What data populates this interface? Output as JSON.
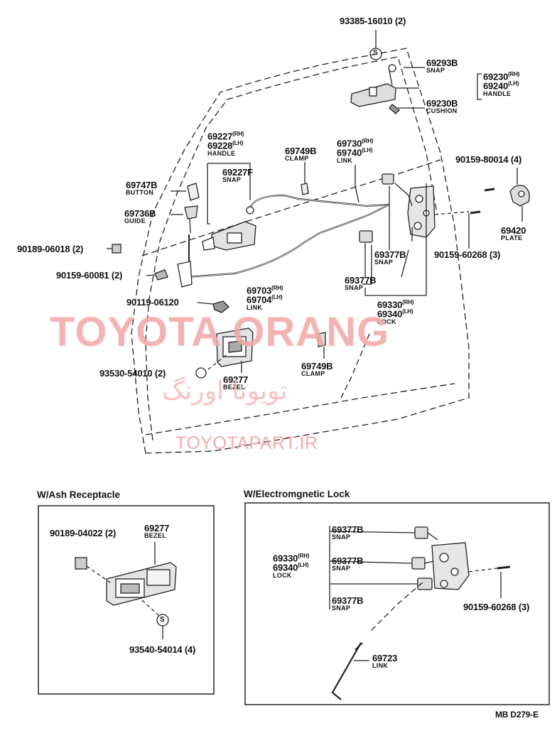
{
  "parts": {
    "p93385": {
      "num": "93385-16010",
      "qty": "(2)"
    },
    "p69293b": {
      "num": "69293B",
      "name": "SNAP"
    },
    "p69230": {
      "num": "69230",
      "side": "(RH)"
    },
    "p69240": {
      "num": "69240",
      "side": "(LH)",
      "name": "HANDLE"
    },
    "p69230b": {
      "num": "69230B",
      "name": "CUSHION"
    },
    "p69227": {
      "num": "69227",
      "side": "(RH)"
    },
    "p69228": {
      "num": "69228",
      "side": "(LH)",
      "name": "HANDLE"
    },
    "p69227f": {
      "num": "69227F",
      "name": "SNAP"
    },
    "p69749b_top": {
      "num": "69749B",
      "name": "CLAMP"
    },
    "p69730": {
      "num": "69730",
      "side": "(RH)"
    },
    "p69740": {
      "num": "69740",
      "side": "(LH)",
      "name": "LINK"
    },
    "p90159_80014": {
      "num": "90159-80014",
      "qty": "(4)"
    },
    "p69747b": {
      "num": "69747B",
      "name": "BUTTON"
    },
    "p69736b": {
      "num": "69736B",
      "name": "GUIDE"
    },
    "p69420": {
      "num": "69420",
      "name": "PLATE"
    },
    "p90189_06018": {
      "num": "90189-06018",
      "qty": "(2)"
    },
    "p69377b_a": {
      "num": "69377B",
      "name": "SNAP"
    },
    "p90159_60268": {
      "num": "90159-60268",
      "qty": "(3)"
    },
    "p90159_60081": {
      "num": "90159-60081",
      "qty": "(2)"
    },
    "p69377b_b": {
      "num": "69377B",
      "name": "SNAP"
    },
    "p69703": {
      "num": "69703",
      "side": "(RH)"
    },
    "p69704": {
      "num": "69704",
      "side": "(LH)",
      "name": "LINK"
    },
    "p90119_06120": {
      "num": "90119-06120"
    },
    "p69330": {
      "num": "69330",
      "side": "(RH)"
    },
    "p69340": {
      "num": "69340",
      "side": "(LH)",
      "name": "LOCK"
    },
    "p69749b_bot": {
      "num": "69749B",
      "name": "CLAMP"
    },
    "p93530": {
      "num": "93530-54010",
      "qty": "(2)"
    },
    "p69277": {
      "num": "69277",
      "name": "BEZEL"
    }
  },
  "ash": {
    "title": "W/Ash Receptacle",
    "p90189_04022": {
      "num": "90189-04022",
      "qty": "(2)"
    },
    "p69277": {
      "num": "69277",
      "name": "BEZEL"
    },
    "p93540": {
      "num": "93540-54014",
      "qty": "(4)"
    }
  },
  "elec": {
    "title": "W/Electromgnetic Lock",
    "snap1": {
      "num": "69377B",
      "name": "SNAP"
    },
    "snap2": {
      "num": "69377B",
      "name": "SNAP"
    },
    "snap3": {
      "num": "69377B",
      "name": "SNAP"
    },
    "lock_rh": {
      "num": "69330",
      "side": "(RH)"
    },
    "lock_lh": {
      "num": "69340",
      "side": "(LH)",
      "name": "LOCK"
    },
    "screw": {
      "num": "90159-60268",
      "qty": "(3)"
    },
    "link": {
      "num": "69723",
      "name": "LINK"
    }
  },
  "code": "MB D279-E",
  "watermark": {
    "main": "TOYOTA ORANG",
    "persian": "تویوتا اورنگ",
    "url": "TOYOTAPART.IR"
  },
  "s_mark": "S"
}
